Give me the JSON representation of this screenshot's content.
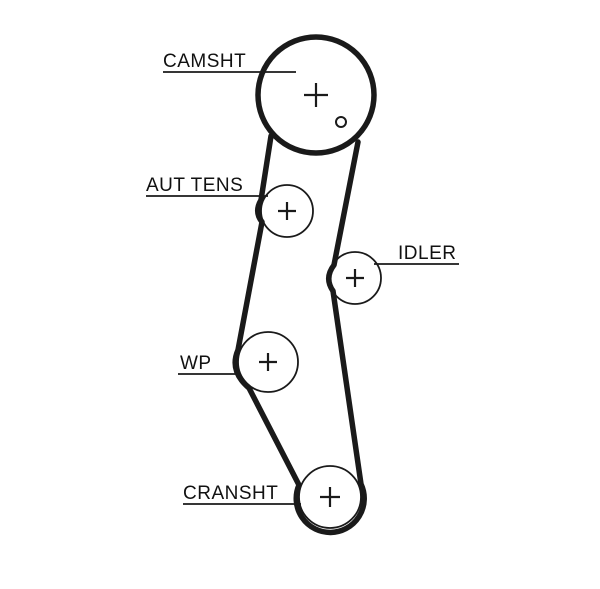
{
  "diagram": {
    "title": "timing-belt-routing-diagram",
    "colors": {
      "background": "#ffffff",
      "line": "#1a1a1a",
      "text": "#111111"
    },
    "pulleys": [
      {
        "id": "camshaft",
        "label": "CAMSHT"
      },
      {
        "id": "auto-tensioner",
        "label": "AUT TENS"
      },
      {
        "id": "idler",
        "label": "IDLER"
      },
      {
        "id": "water-pump",
        "label": "WP"
      },
      {
        "id": "crankshaft",
        "label": "CRANSHT"
      }
    ]
  }
}
